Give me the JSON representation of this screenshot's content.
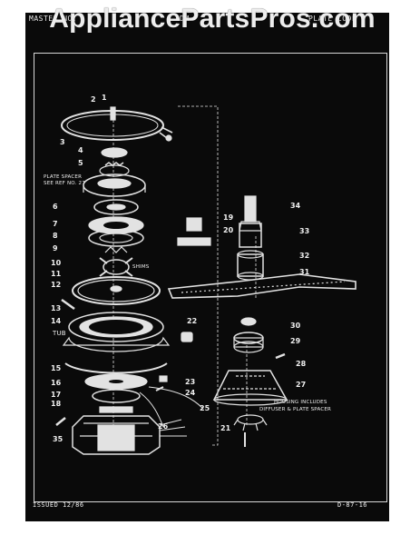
{
  "header": {
    "left": "MASTER NO.",
    "middle": "DM",
    "right": "PLATE CODE"
  },
  "watermark": "AppliancePartsPros.com",
  "notes": {
    "plate_spacer_line1": "PLATE SPACER",
    "plate_spacer_line2": "SEE REF NO. 27",
    "shims": "SHIMS",
    "tub": "TUB",
    "housing_line1": "HOUSING INCLUDES",
    "housing_line2": "DIFFUSER & PLATE SPACER"
  },
  "part_numbers": [
    "1",
    "2",
    "3",
    "4",
    "5",
    "6",
    "7",
    "8",
    "9",
    "10",
    "11",
    "12",
    "13",
    "14",
    "15",
    "16",
    "17",
    "18",
    "19",
    "20",
    "21",
    "22",
    "23",
    "24",
    "25",
    "26",
    "27",
    "28",
    "29",
    "30",
    "31",
    "32",
    "33",
    "34",
    "35"
  ],
  "footer": {
    "issued": "ISSUED 12/86",
    "code": "D-87-16"
  },
  "colors": {
    "background": "#0a0a0a",
    "ink": "#e6e6e6",
    "page": "#ffffff"
  }
}
